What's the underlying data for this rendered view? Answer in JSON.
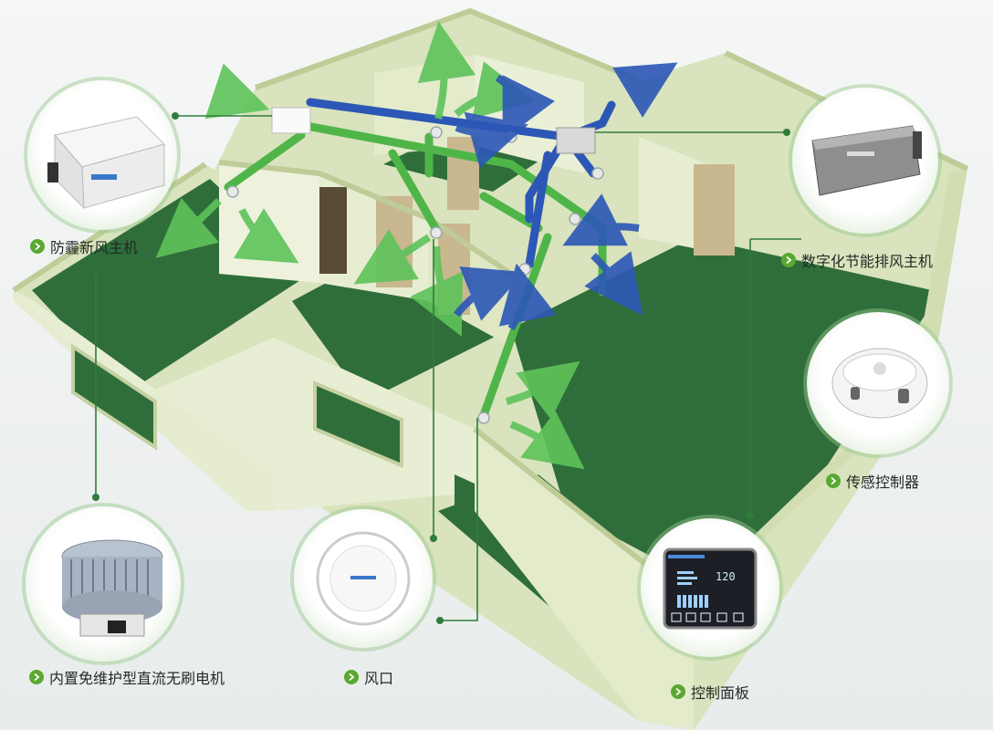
{
  "labels": {
    "fresh_air_unit": "防霾新风主机",
    "exhaust_unit": "数字化节能排风主机",
    "sensor_controller": "传感控制器",
    "motor": "内置免维护型直流无刷电机",
    "air_vent": "风口",
    "control_panel": "控制面板"
  },
  "panel_display": {
    "value": "120"
  },
  "colors": {
    "wall": "#e5eccf",
    "wall_top": "#d2ddb2",
    "floor": "#2f6e3a",
    "fresh_duct": "#4fb548",
    "exhaust_duct": "#2c57b6",
    "bullet": "#5aa832"
  },
  "icons": [
    "chevron-right-icon",
    "fresh-air-arrow-icon",
    "exhaust-arrow-icon"
  ]
}
